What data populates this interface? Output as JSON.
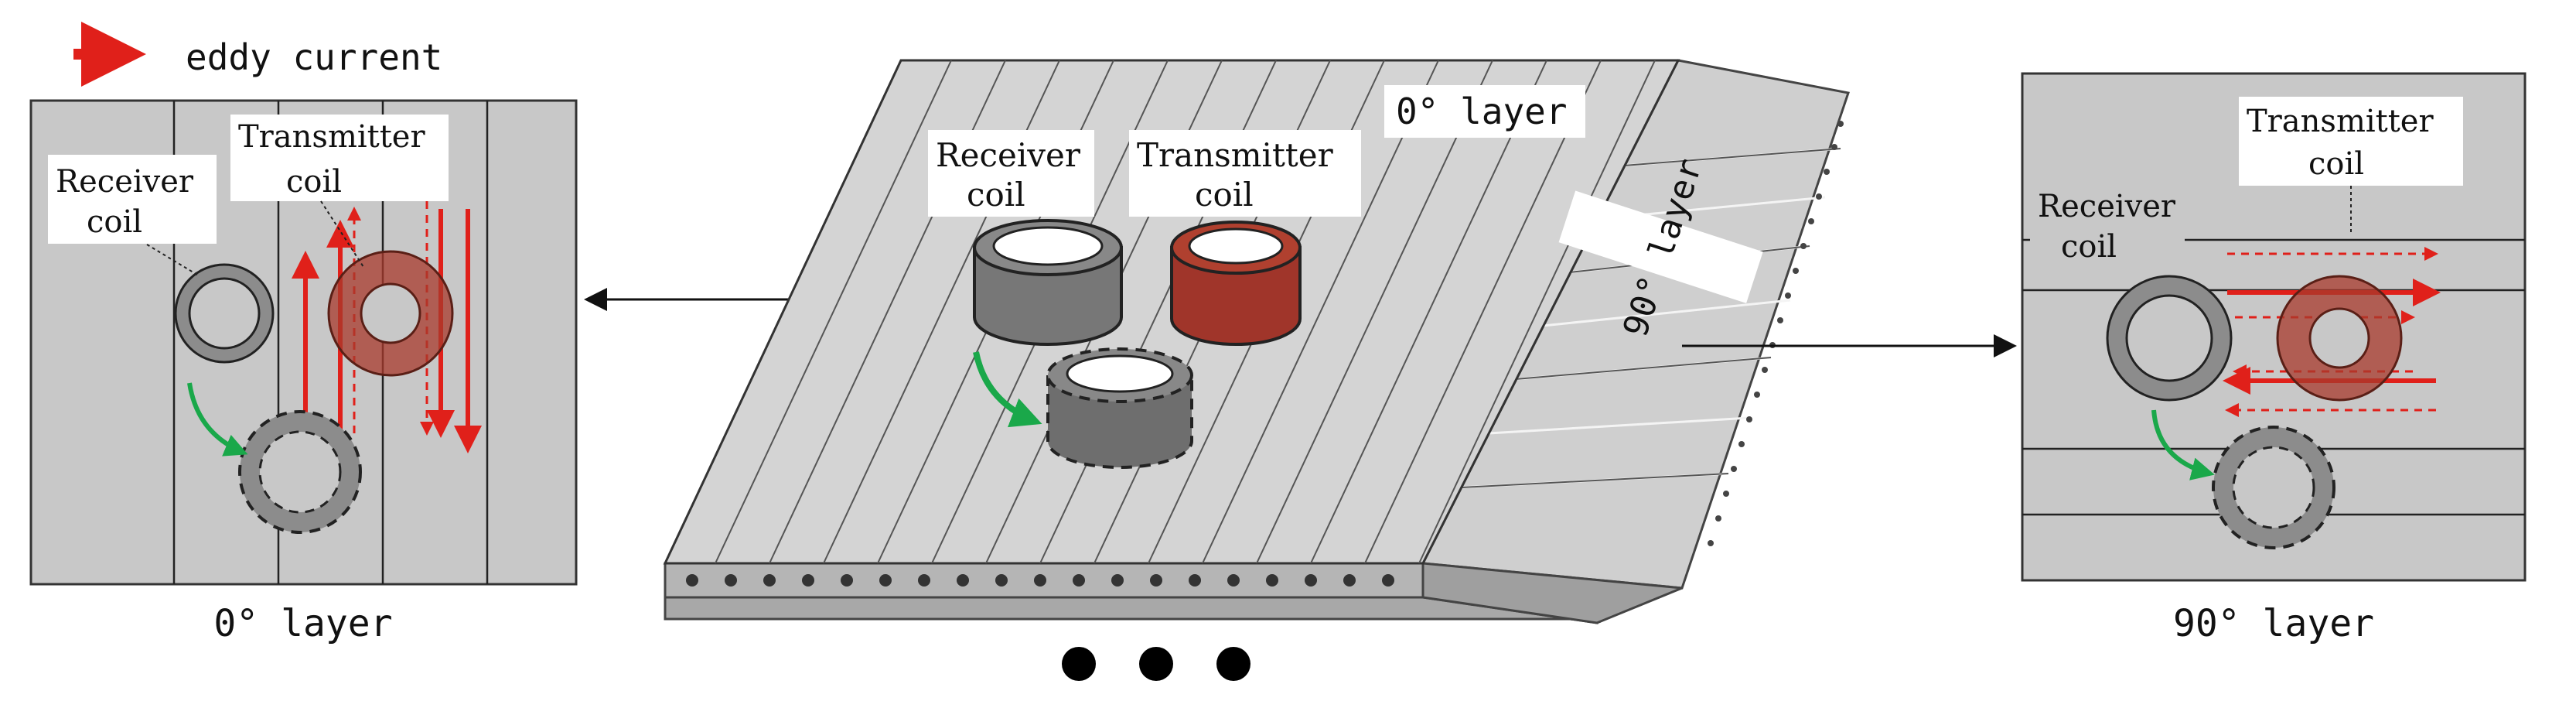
{
  "legend": {
    "label": "eddy current"
  },
  "labels": {
    "receiver_coil": [
      "Receiver",
      "coil"
    ],
    "transmitter_coil": [
      "Transmitter",
      "coil"
    ],
    "layer_0": "0° layer",
    "layer_90": "90° layer"
  },
  "colors": {
    "eddy_arrow": "#e0201a",
    "plate": "#c8c8c8",
    "plate_top": "#d4d4d4",
    "receiver_coil": "#8c8c8c",
    "transmitter_coil": "#a83a2c",
    "green_arrow": "#1aa84a",
    "line": "#222222"
  }
}
